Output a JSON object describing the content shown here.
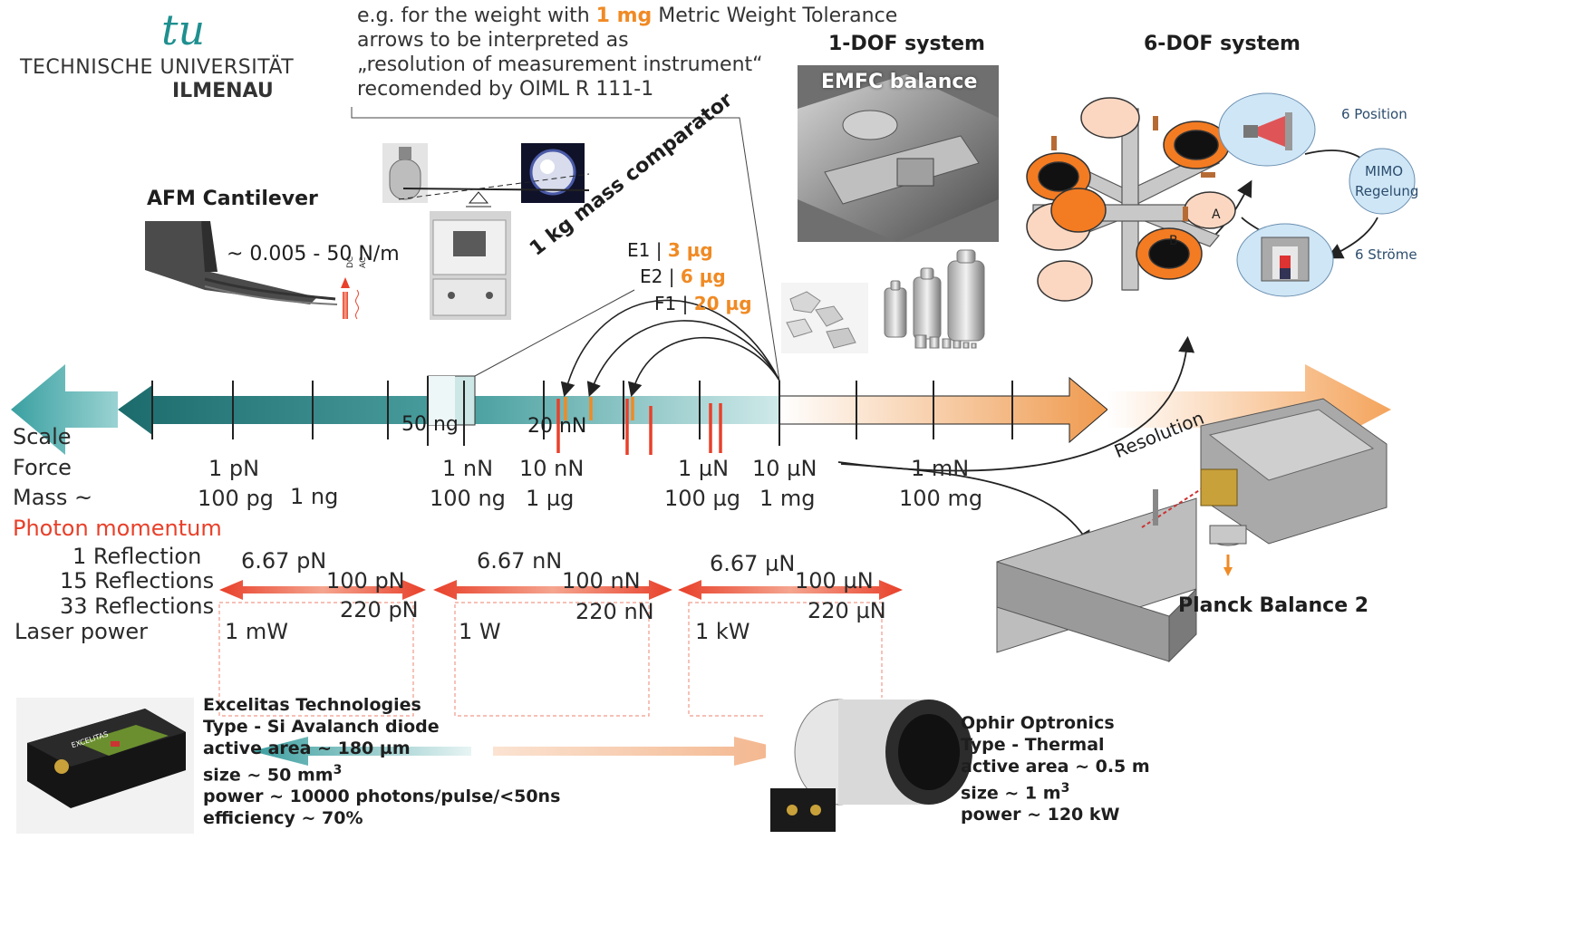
{
  "logo": {
    "glyph": "tu",
    "university": "TECHNISCHE UNIVERSITÄT",
    "city": "ILMENAU"
  },
  "note": {
    "line1_pre": "e.g. for the weight with ",
    "line1_highlight": "1 mg",
    "line1_post": " Metric Weight Tolerance",
    "line2": "arrows to be interpreted as",
    "line3": "„resolution of measurement instrument“",
    "line4": "recomended by OIML R 111-1"
  },
  "systems": {
    "one_dof": "1-DOF system",
    "six_dof": "6-DOF system",
    "emfc": "EMFC balance",
    "position": "6 Position",
    "mimo": "MIMO",
    "regelung": "Regelung",
    "stroeme": "6 Ströme",
    "coil_a": "A",
    "coil_b": "B"
  },
  "afm": {
    "title": "AFM Cantilever",
    "stiffness": "~ 0.005 - 50 N/m",
    "dc": "DC",
    "ac": "AC"
  },
  "comparator": {
    "label": "1 kg mass comparator"
  },
  "tolerances": [
    {
      "cls": "E1",
      "val": "3 µg"
    },
    {
      "cls": "E2",
      "val": "6 µg"
    },
    {
      "cls": "F1",
      "val": "20 µg"
    }
  ],
  "axis": {
    "mark_50ng": "50 ng",
    "mark_20nN": "20 nN",
    "resolution": "Resolution"
  },
  "scale": {
    "scale_label": "Scale",
    "force_label": "Force",
    "mass_label": "Mass ~",
    "force": [
      "1 pN",
      "1 nN",
      "10 nN",
      "1 µN",
      "10 µN",
      "1 mN"
    ],
    "mass": [
      "100 pg",
      "1 ng",
      "100 ng",
      "1 µg",
      "100 µg",
      "1 mg",
      "100 mg"
    ]
  },
  "photon": {
    "title": "Photon momentum",
    "row1": "1 Reflection",
    "row2": "15 Reflections",
    "row3": "33 Reflections",
    "row4": "Laser power",
    "groups": [
      {
        "r1": "6.67 pN",
        "r15": "100 pN",
        "r33": "220 pN",
        "power": "1 mW"
      },
      {
        "r1": "6.67 nN",
        "r15": "100 nN",
        "r33": "220 nN",
        "power": "1 W"
      },
      {
        "r1": "6.67 µN",
        "r15": "100 µN",
        "r33": "220 µN",
        "power": "1 kW"
      }
    ]
  },
  "planck": {
    "title": "Planck Balance 2"
  },
  "excelitas": {
    "name": "Excelitas Technologies",
    "type": "Type - Si Avalanch diode",
    "area": "active area ~ 180 µm",
    "size": "size ~ 50 mm",
    "size_exp": "3",
    "power": "power ~ 10000 photons/pulse/<50ns",
    "eff": "efficiency ~ 70%",
    "brand": "EXCELITAS"
  },
  "ophir": {
    "name": "Ophir Optronics",
    "type": "Type - Thermal",
    "area": "active area ~ 0.5 m",
    "size": "size ~ 1 m",
    "size_exp": "3",
    "power": "power ~ 120 kW"
  },
  "colors": {
    "teal_dark": "#1f6f70",
    "teal_light": "#d9eeee",
    "orange": "#f08a24",
    "red": "#e8402a",
    "salmon": "#f5a58f"
  }
}
